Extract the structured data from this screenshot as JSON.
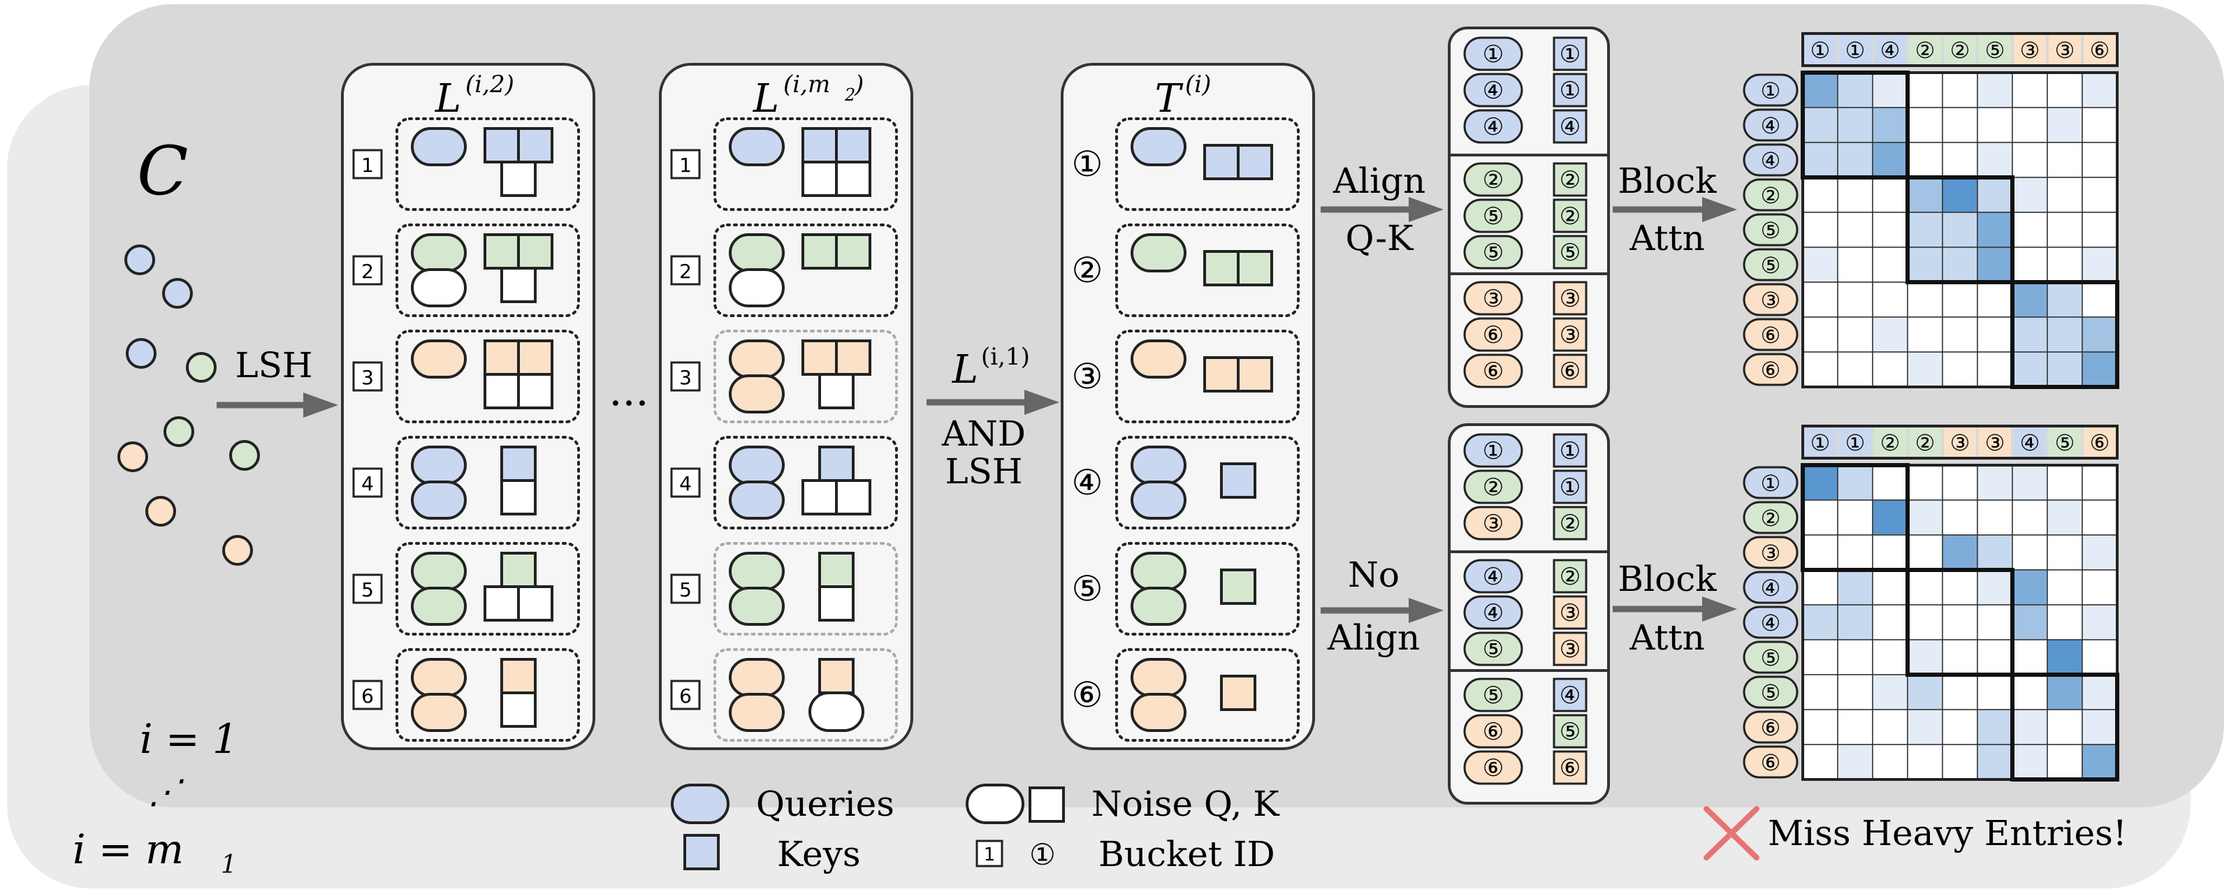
{
  "colors": {
    "blue": "#c9d8f0",
    "green": "#d5e8cf",
    "orange": "#fbe1c8",
    "noise": "#ffffff",
    "panel": "#f6f6f6",
    "layer_back": "#ebebeb",
    "layer_front": "#d9d9d9",
    "arrow": "#666666",
    "cross": "#e87373",
    "heat": [
      "#ffffff",
      "#e3ecf7",
      "#c6d9ee",
      "#a2c3e4",
      "#7fadda",
      "#5a96cf"
    ]
  },
  "labels": {
    "set_symbol": "C",
    "lsh": "LSH",
    "dots": "···",
    "and_l": "L",
    "and_sup": "(i,1)",
    "and_word": "AND",
    "and_lsh": "LSH",
    "align_1": "Align",
    "align_2": "Q-K",
    "noalign_1": "No",
    "noalign_2": "Align",
    "block_1": "Block",
    "block_2": "Attn",
    "iter_top": "i = 1",
    "iter_bottom": "i = m",
    "iter_bottom_sub": "1",
    "miss": "Miss Heavy Entries!"
  },
  "panels": [
    {
      "id": "panel-l-i2",
      "title_main": "L",
      "title_sup": "(i,2)",
      "marker": "square"
    },
    {
      "id": "panel-l-im2",
      "title_main": "L",
      "title_sup": "(i,m",
      "title_sup_sub": "2",
      "title_sup_end": ")",
      "marker": "square"
    },
    {
      "id": "panel-t-i",
      "title_main": "T",
      "title_sup": "(i)",
      "marker": "circle"
    }
  ],
  "bucket_ids": [
    "1",
    "2",
    "3",
    "4",
    "5",
    "6"
  ],
  "bucket_ids_circled": [
    "①",
    "②",
    "③",
    "④",
    "⑤",
    "⑥"
  ],
  "legend": {
    "queries": "Queries",
    "keys": "Keys",
    "noise": "Noise Q, K",
    "bucket_square": "1",
    "bucket_circle": "①",
    "bucket_id": "Bucket ID"
  },
  "top_stack": {
    "queries": [
      "①",
      "④",
      "④",
      "②",
      "⑤",
      "⑤",
      "③",
      "⑥",
      "⑥"
    ],
    "keys": [
      "①",
      "①",
      "④",
      "②",
      "②",
      "⑤",
      "③",
      "③",
      "⑥"
    ],
    "query_colors": [
      "blue",
      "blue",
      "blue",
      "green",
      "green",
      "green",
      "orange",
      "orange",
      "orange"
    ],
    "key_colors": [
      "blue",
      "blue",
      "blue",
      "green",
      "green",
      "green",
      "orange",
      "orange",
      "orange"
    ]
  },
  "bottom_stack": {
    "queries": [
      "①",
      "②",
      "③",
      "④",
      "④",
      "⑤",
      "⑤",
      "⑥",
      "⑥"
    ],
    "keys": [
      "①",
      "①",
      "②",
      "②",
      "③",
      "③",
      "④",
      "⑤",
      "⑥"
    ],
    "query_colors": [
      "blue",
      "green",
      "orange",
      "blue",
      "blue",
      "green",
      "green",
      "orange",
      "orange"
    ],
    "key_colors": [
      "blue",
      "blue",
      "green",
      "green",
      "orange",
      "orange",
      "blue",
      "green",
      "orange"
    ]
  },
  "top_matrix": {
    "col_labels": [
      "①",
      "①",
      "④",
      "②",
      "②",
      "⑤",
      "③",
      "③",
      "⑥"
    ],
    "col_colors": [
      "blue",
      "blue",
      "blue",
      "green",
      "green",
      "green",
      "orange",
      "orange",
      "orange"
    ],
    "row_labels": [
      "①",
      "④",
      "④",
      "②",
      "⑤",
      "⑤",
      "③",
      "⑥",
      "⑥"
    ],
    "row_colors": [
      "blue",
      "blue",
      "blue",
      "green",
      "green",
      "green",
      "orange",
      "orange",
      "orange"
    ],
    "blocks": [
      [
        0,
        2
      ],
      [
        3,
        5
      ],
      [
        6,
        8
      ]
    ],
    "cells": [
      [
        4,
        2,
        1,
        0,
        0,
        1,
        0,
        0,
        1
      ],
      [
        2,
        2,
        3,
        0,
        0,
        0,
        0,
        1,
        0
      ],
      [
        2,
        2,
        4,
        0,
        0,
        1,
        0,
        0,
        0
      ],
      [
        0,
        0,
        0,
        3,
        5,
        2,
        1,
        0,
        0
      ],
      [
        0,
        0,
        0,
        2,
        2,
        4,
        0,
        0,
        0
      ],
      [
        1,
        0,
        0,
        2,
        2,
        4,
        0,
        0,
        1
      ],
      [
        0,
        0,
        0,
        0,
        0,
        0,
        4,
        2,
        0
      ],
      [
        0,
        0,
        1,
        0,
        0,
        0,
        2,
        2,
        3
      ],
      [
        0,
        0,
        0,
        1,
        0,
        0,
        2,
        2,
        4
      ]
    ]
  },
  "bottom_matrix": {
    "col_labels": [
      "①",
      "①",
      "②",
      "②",
      "③",
      "③",
      "④",
      "⑤",
      "⑥"
    ],
    "col_colors": [
      "blue",
      "blue",
      "green",
      "green",
      "orange",
      "orange",
      "blue",
      "green",
      "orange"
    ],
    "row_labels": [
      "①",
      "②",
      "③",
      "④",
      "④",
      "⑤",
      "⑤",
      "⑥",
      "⑥"
    ],
    "row_colors": [
      "blue",
      "green",
      "orange",
      "blue",
      "blue",
      "green",
      "green",
      "orange",
      "orange"
    ],
    "blocks": [
      [
        0,
        2
      ],
      [
        3,
        5
      ],
      [
        6,
        8
      ]
    ],
    "cells": [
      [
        5,
        2,
        0,
        0,
        0,
        1,
        1,
        0,
        0
      ],
      [
        0,
        0,
        5,
        1,
        0,
        0,
        0,
        1,
        0
      ],
      [
        0,
        0,
        0,
        0,
        4,
        2,
        0,
        0,
        1
      ],
      [
        0,
        2,
        0,
        0,
        0,
        1,
        4,
        0,
        0
      ],
      [
        2,
        2,
        0,
        0,
        0,
        0,
        3,
        0,
        1
      ],
      [
        0,
        0,
        0,
        1,
        0,
        0,
        0,
        5,
        0
      ],
      [
        0,
        0,
        1,
        2,
        0,
        0,
        0,
        4,
        1
      ],
      [
        0,
        0,
        0,
        1,
        0,
        2,
        1,
        0,
        1
      ],
      [
        0,
        1,
        0,
        0,
        0,
        2,
        1,
        0,
        4
      ]
    ]
  }
}
